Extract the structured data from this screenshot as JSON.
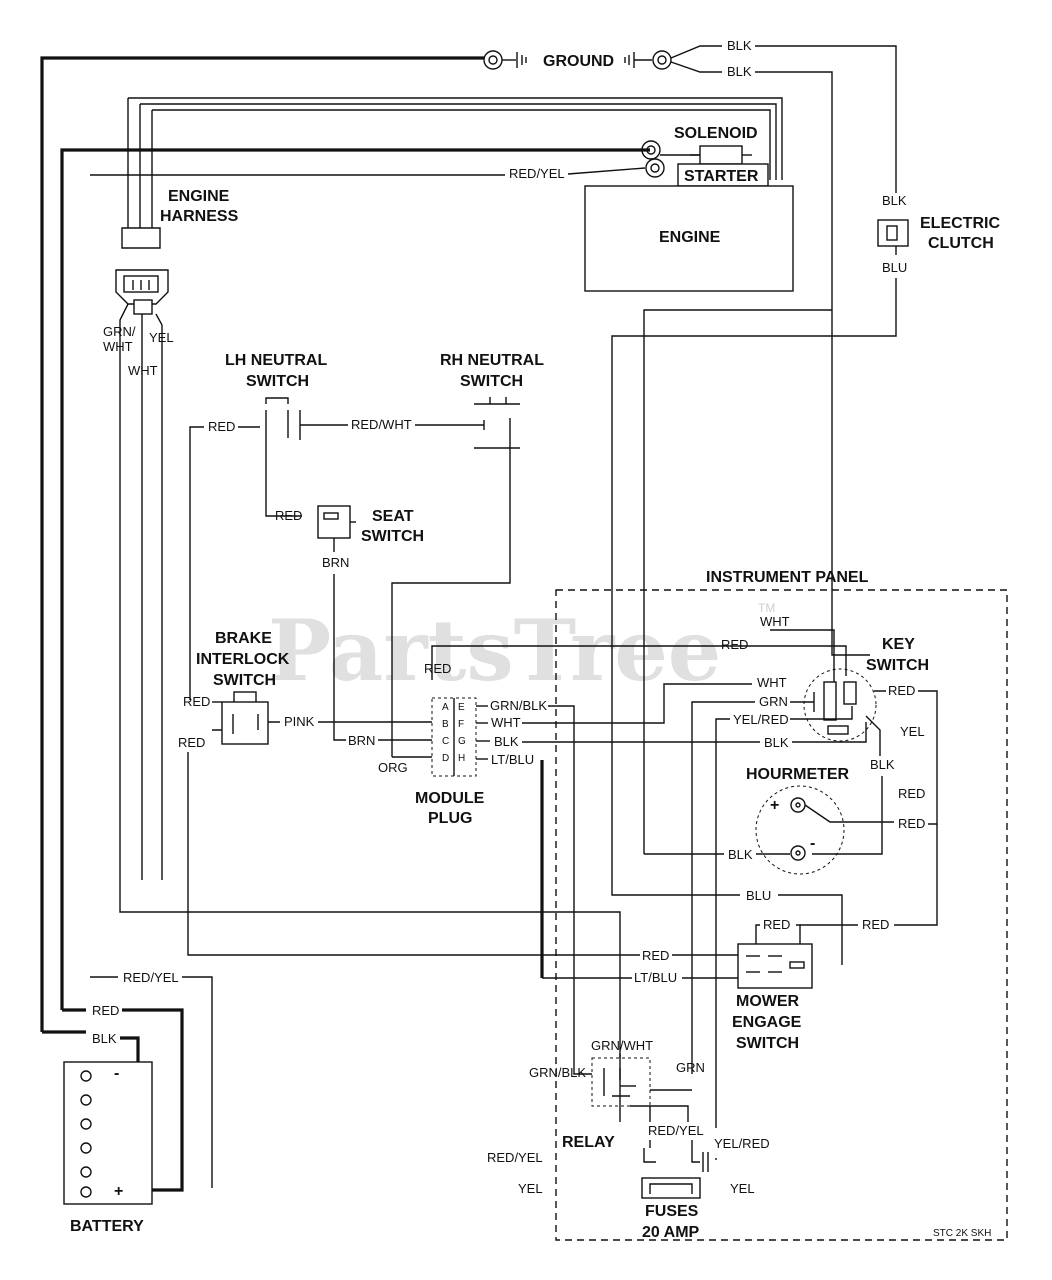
{
  "watermark": {
    "text": "PartsTree",
    "tm": "TM"
  },
  "components": {
    "ground": "GROUND",
    "solenoid": "SOLENOID",
    "starter": "STARTER",
    "engine": "ENGINE",
    "engine_harness_1": "ENGINE",
    "engine_harness_2": "HARNESS",
    "electric_clutch_1": "ELECTRIC",
    "electric_clutch_2": "CLUTCH",
    "lh_neutral_1": "LH NEUTRAL",
    "lh_neutral_2": "SWITCH",
    "rh_neutral_1": "RH NEUTRAL",
    "rh_neutral_2": "SWITCH",
    "seat_1": "SEAT",
    "seat_2": "SWITCH",
    "brake_1": "BRAKE",
    "brake_2": "INTERLOCK",
    "brake_3": "SWITCH",
    "module_1": "MODULE",
    "module_2": "PLUG",
    "instrument_panel": "INSTRUMENT PANEL",
    "key_1": "KEY",
    "key_2": "SWITCH",
    "hourmeter": "HOURMETER",
    "mower_1": "MOWER",
    "mower_2": "ENGAGE",
    "mower_3": "SWITCH",
    "relay": "RELAY",
    "fuses_1": "FUSES",
    "fuses_2": "20 AMP",
    "battery": "BATTERY",
    "plus": "+",
    "minus": "-",
    "drawing_code": "STC 2K SKH"
  },
  "module_pins": [
    "A",
    "E",
    "B",
    "F",
    "C",
    "G",
    "D",
    "H"
  ],
  "wires": {
    "blk_top1": "BLK",
    "blk_top2": "BLK",
    "red_yel_sol": "RED/YEL",
    "blk_clutch": "BLK",
    "blu_clutch": "BLU",
    "grn_wht_harness_1": "GRN/",
    "grn_wht_harness_2": "WHT",
    "yel_harness": "YEL",
    "wht_harness": "WHT",
    "red_lh": "RED",
    "red_wht": "RED/WHT",
    "red_seat": "RED",
    "brn_seat": "BRN",
    "red_brake_top": "RED",
    "red_brake_left": "RED",
    "pink": "PINK",
    "brn_mod": "BRN",
    "org": "ORG",
    "red_mod": "RED",
    "grn_blk_mod": "GRN/BLK",
    "wht_mod": "WHT",
    "blk_mod": "BLK",
    "lt_blu_mod": "LT/BLU",
    "wht_key_top": "WHT",
    "red_key_top": "RED",
    "wht_key": "WHT",
    "grn_key": "GRN",
    "yel_red_key": "YEL/RED",
    "blk_key": "BLK",
    "red_key_right": "RED",
    "yel_key_right": "YEL",
    "blk_key_right": "BLK",
    "red_right_1": "RED",
    "red_hour": "RED",
    "blk_hour": "BLK",
    "blu_panel": "BLU",
    "red_mower_top": "RED",
    "red_mower_right": "RED",
    "red_mower_left": "RED",
    "lt_blu_mower": "LT/BLU",
    "red_yel_batt": "RED/YEL",
    "red_batt": "RED",
    "blk_batt": "BLK",
    "grn_wht_relay": "GRN/WHT",
    "grn_blk_relay": "GRN/BLK",
    "grn_relay": "GRN",
    "red_yel_relay": "RED/YEL",
    "yel_red_relay": "YEL/RED",
    "red_yel_fuse": "RED/YEL",
    "yel_fuse_left": "YEL",
    "yel_fuse_right": "YEL"
  }
}
